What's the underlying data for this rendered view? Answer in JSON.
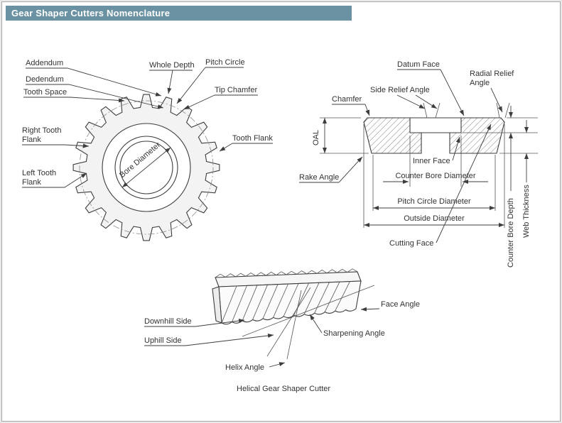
{
  "header": {
    "title": "Gear Shaper Cutters Nomenclature"
  },
  "front_view": {
    "labels": {
      "addendum": "Addendum",
      "dedendum": "Dedendum",
      "tooth_space": "Tooth Space",
      "whole_depth": "Whole Depth",
      "pitch_circle": "Pitch Circle",
      "tip_chamfer": "Tip Chamfer",
      "tooth_flank": "Tooth Flank",
      "right_tooth_flank": {
        "line1": "Right Tooth",
        "line2": "Flank"
      },
      "left_tooth_flank": {
        "line1": "Left Tooth",
        "line2": "Flank"
      },
      "bore_diameter": "Bore Diameter"
    }
  },
  "section_view": {
    "labels": {
      "datum_face": "Datum Face",
      "radial_relief": {
        "line1": "Radial Relief",
        "line2": "Angle"
      },
      "side_relief_angle": "Side Relief Angle",
      "chamfer": "Chamfer",
      "oal": "OAL",
      "rake_angle": "Rake Angle",
      "inner_face": "Inner Face",
      "counter_bore_diameter": "Counter Bore Diameter",
      "pitch_circle_diameter": "Pitch Circle Diameter",
      "outside_diameter": "Outside Diameter",
      "cutting_face": "Cutting Face",
      "counter_bore_depth": "Counter Bore Depth",
      "web_thickness": "Web Thickness"
    }
  },
  "helical_view": {
    "labels": {
      "face_angle": "Face Angle",
      "downhill_side": "Downhill Side",
      "uphill_side": "Uphill Side",
      "sharpening_angle": "Sharpening Angle",
      "helix_angle": "Helix Angle"
    },
    "caption": "Helical Gear Shaper Cutter"
  },
  "colors": {
    "header_bg": "#6b92a2",
    "line": "#3d3d3d",
    "text": "#333333"
  }
}
